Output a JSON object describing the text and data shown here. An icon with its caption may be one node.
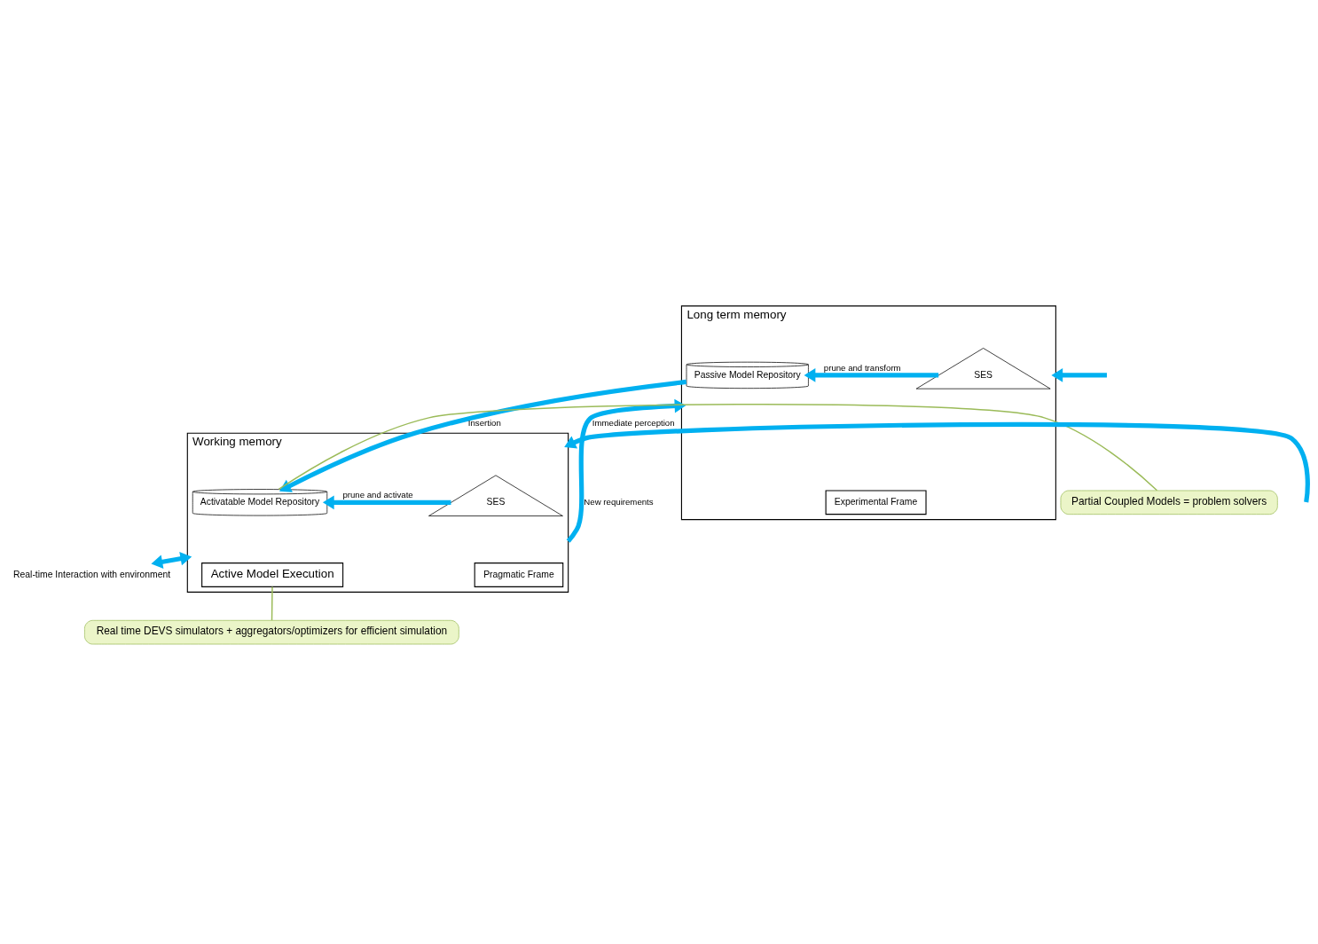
{
  "diagram": {
    "nodes": [
      {
        "text": [
          "Long term memory"
        ]
      },
      {
        "text": [
          "SES"
        ],
        "in": 0
      },
      {
        "text": [
          "Experimental Frame"
        ],
        "in": 0
      },
      {
        "text": [
          "Passive Model Repository"
        ],
        "in": 0
      },
      {
        "text": [
          "Working memory"
        ]
      },
      {
        "text": [
          "SES"
        ],
        "in": 4
      },
      {
        "text": [
          "Pragmatic Frame"
        ],
        "in": 4
      },
      {
        "text": [
          "Activatable Model Repository"
        ],
        "in": 4
      },
      {
        "text": [
          "Active Model Execution"
        ],
        "in": 4
      },
      {
        "text": [
          "Partial Coupled Models = problem solvers"
        ]
      },
      {
        "text": [
          "Real time DEVS simulators + aggregators/optimizers for efficient simulation"
        ]
      },
      {
        "text": [
          "Real-time Interaction with environment"
        ]
      }
    ],
    "edges": [
      {
        "from": null,
        "to": 0,
        "arrow": "to"
      },
      {
        "from": 1,
        "to": 3,
        "arrow": "to",
        "label": "prune and transform"
      },
      {
        "from": 4,
        "to": 0,
        "arrow": "to",
        "label": "New requirements"
      },
      {
        "from": 3,
        "to": 7,
        "arrow": "to",
        "label": "Insertion"
      },
      {
        "from": null,
        "to": 4,
        "arrow": "to",
        "label": "Immediate perception"
      },
      {
        "from": 5,
        "to": 7,
        "arrow": "to",
        "label": "prune and activate"
      },
      {
        "from": 4,
        "to": 11,
        "arrow": "both"
      },
      {
        "from": 9,
        "to": 7,
        "arrow": "none",
        "color": "#9bbb59"
      },
      {
        "from": 10,
        "to": 8,
        "arrow": "none",
        "color": "#9bbb59"
      }
    ]
  }
}
